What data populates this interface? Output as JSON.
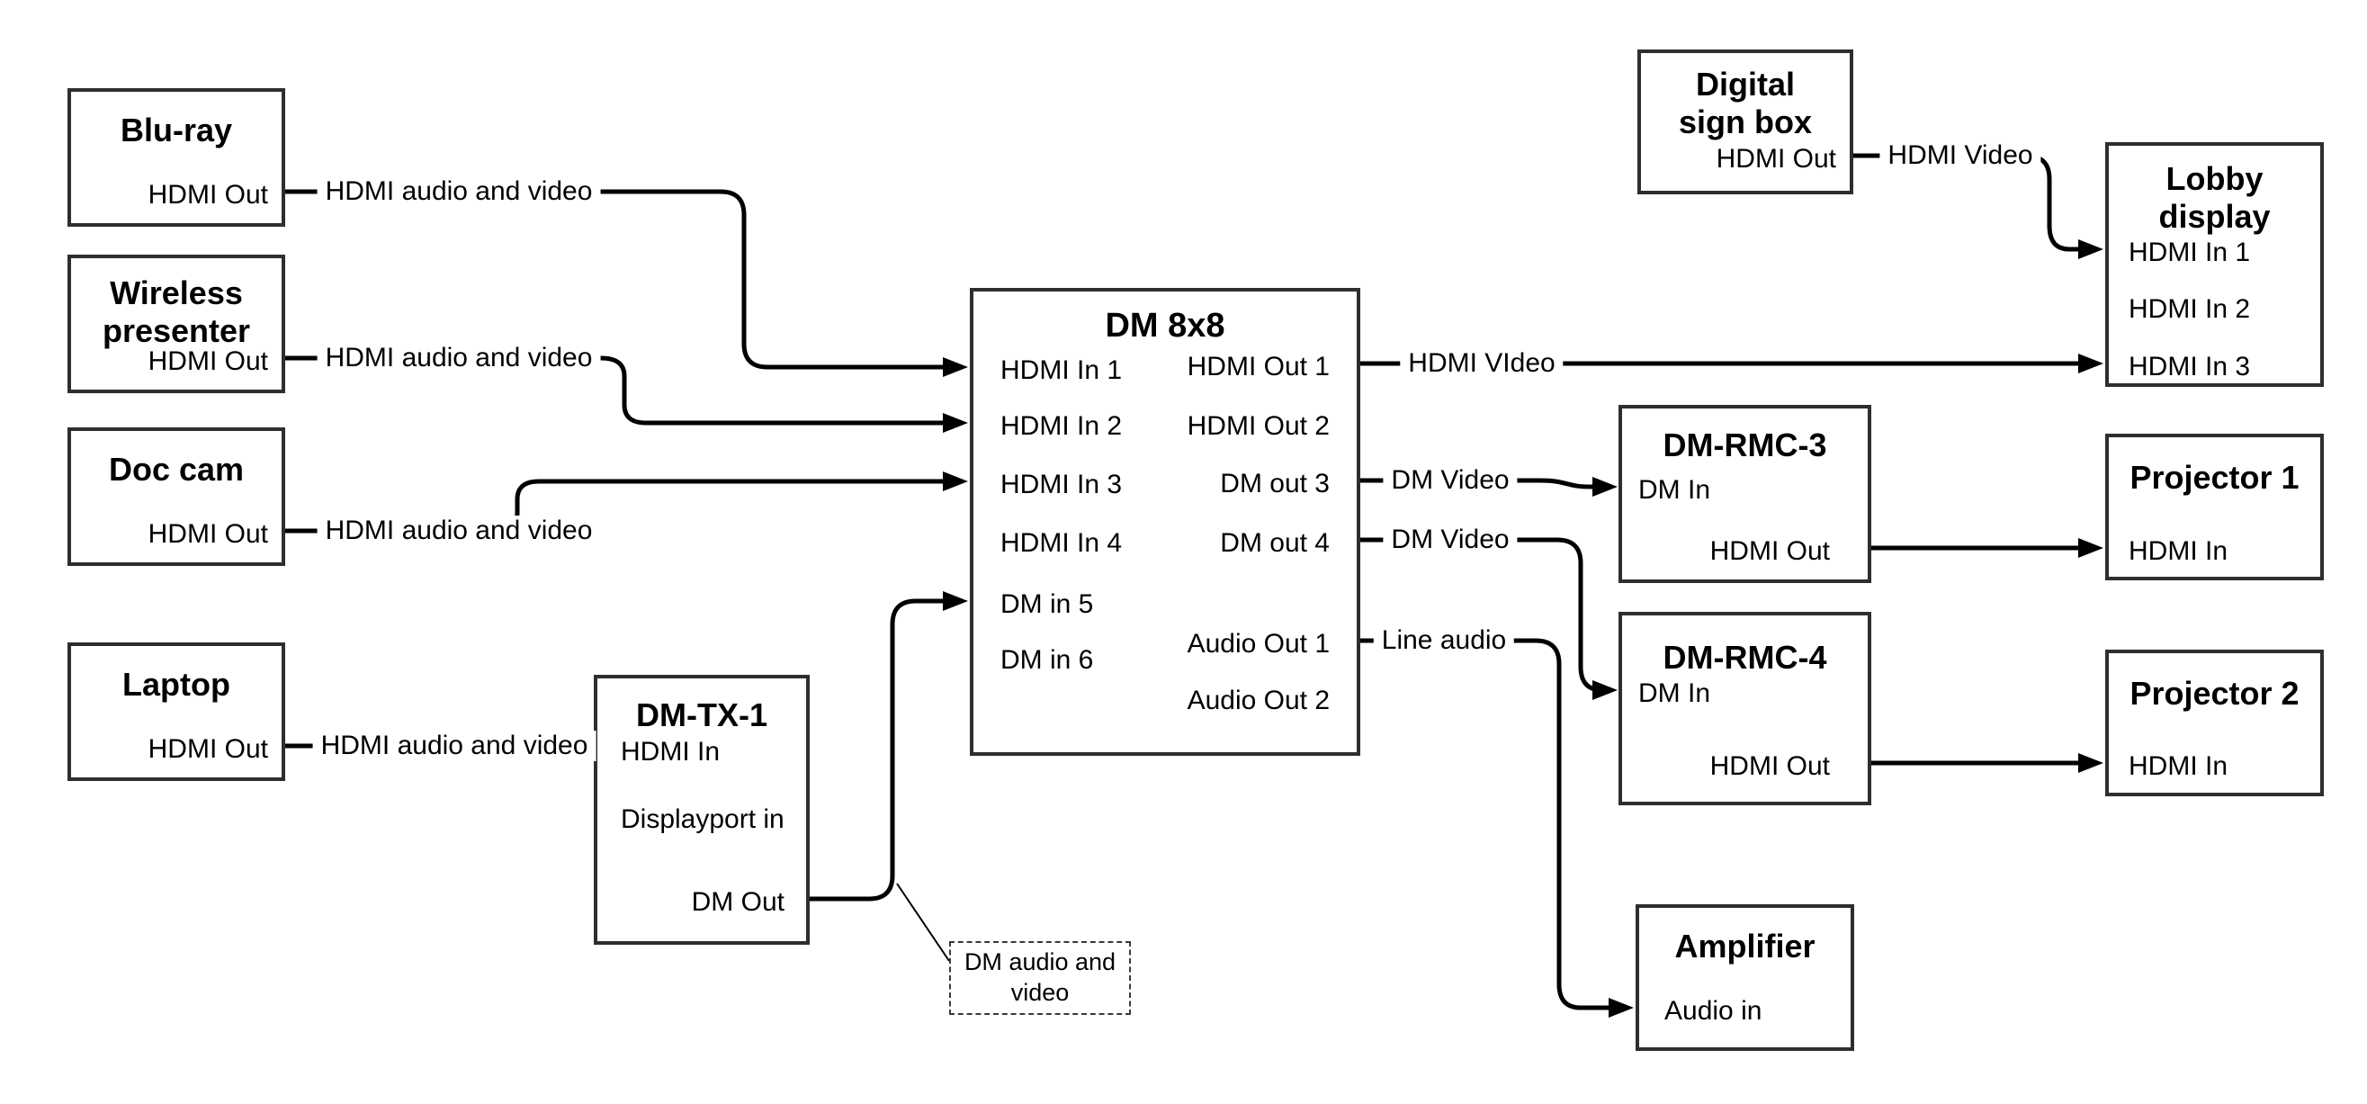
{
  "diagram": {
    "colors": {
      "line": "#000000",
      "box_border": "#2e2e2e",
      "background": "#ffffff",
      "text": "#000000"
    },
    "nodes": {
      "bluray": {
        "title": "Blu-ray",
        "port_hdmi_out": "HDMI Out"
      },
      "wireless": {
        "title": "Wireless presenter",
        "port_hdmi_out": "HDMI Out"
      },
      "doccam": {
        "title": "Doc cam",
        "port_hdmi_out": "HDMI Out"
      },
      "laptop": {
        "title": "Laptop",
        "port_hdmi_out": "HDMI Out"
      },
      "dmtx1": {
        "title": "DM-TX-1",
        "port_hdmi_in": "HDMI In",
        "port_dp_in": "Displayport in",
        "port_dm_out": "DM Out"
      },
      "dm8x8": {
        "title": "DM 8x8",
        "inputs": [
          "HDMI In 1",
          "HDMI In 2",
          "HDMI In 3",
          "HDMI In 4",
          "DM in 5",
          "DM in 6"
        ],
        "outputs": [
          "HDMI Out 1",
          "HDMI Out 2",
          "DM out 3",
          "DM out 4",
          "Audio Out 1",
          "Audio Out 2"
        ]
      },
      "digitalsign": {
        "title": "Digital sign box",
        "port_hdmi_out": "HDMI Out"
      },
      "lobby": {
        "title": "Lobby display",
        "inputs": [
          "HDMI In 1",
          "HDMI In 2",
          "HDMI In 3"
        ]
      },
      "dmrmc3": {
        "title": "DM-RMC-3",
        "port_dm_in": "DM In",
        "port_hdmi_out": "HDMI Out"
      },
      "projector1": {
        "title": "Projector 1",
        "port_hdmi_in": "HDMI In"
      },
      "dmrmc4": {
        "title": "DM-RMC-4",
        "port_dm_in": "DM In",
        "port_hdmi_out": "HDMI Out"
      },
      "projector2": {
        "title": "Projector 2",
        "port_hdmi_in": "HDMI In"
      },
      "amplifier": {
        "title": "Amplifier",
        "port_audio_in": "Audio in"
      }
    },
    "edge_labels": {
      "bluray_to_dm8x8": "HDMI audio and video",
      "wireless_to_dm8x8": "HDMI audio and video",
      "doccam_to_dm8x8": "HDMI audio and video",
      "laptop_to_dmtx1": "HDMI audio and video",
      "signbox_to_lobby": "HDMI Video",
      "hdmiout1_to_lobby": "HDMI VIdeo",
      "dmout3_to_rmc3": "DM Video",
      "dmout4_to_rmc4": "DM Video",
      "audioout1_to_amp": "Line audio"
    },
    "note": "DM audio and video"
  }
}
